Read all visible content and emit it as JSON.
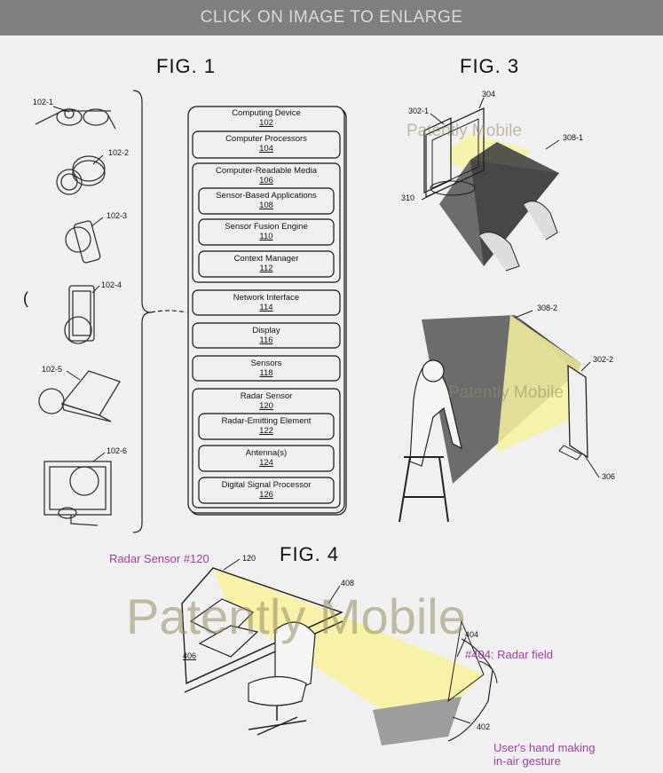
{
  "banner": "CLICK ON IMAGE TO ENLARGE",
  "figures": {
    "fig1": "FIG. 1",
    "fig3": "FIG. 3",
    "fig4": "FIG. 4"
  },
  "fig1": {
    "devices": [
      "102-1",
      "102-2",
      "102-3",
      "102-4",
      "102-5",
      "102-6"
    ],
    "computing_device": {
      "label": "Computing Device",
      "ref": "102"
    },
    "processors": {
      "label": "Computer Processors",
      "ref": "104"
    },
    "media": {
      "label": "Computer-Readable Media",
      "ref": "106"
    },
    "sensor_apps": {
      "label": "Sensor-Based Applications",
      "ref": "108"
    },
    "fusion": {
      "label": "Sensor Fusion Engine",
      "ref": "110"
    },
    "context": {
      "label": "Context Manager",
      "ref": "112"
    },
    "network": {
      "label": "Network Interface",
      "ref": "114"
    },
    "display": {
      "label": "Display",
      "ref": "116"
    },
    "sensors": {
      "label": "Sensors",
      "ref": "118"
    },
    "radar": {
      "label": "Radar Sensor",
      "ref": "120"
    },
    "emitter": {
      "label": "Radar-Emitting Element",
      "ref": "122"
    },
    "antenna": {
      "label": "Antenna(s)",
      "ref": "124"
    },
    "dsp": {
      "label": "Digital Signal Processor",
      "ref": "126"
    }
  },
  "fig3": {
    "labels": [
      "302-1",
      "304",
      "308-1",
      "310",
      "308-2",
      "302-2",
      "306"
    ]
  },
  "fig4": {
    "labels": [
      "120",
      "408",
      "404",
      "406",
      "402"
    ],
    "annotations": {
      "radar_sensor": "Radar Sensor #120",
      "radar_field": "#404: Radar field",
      "hand_line1": "User's hand making",
      "hand_line2": "in-air gesture"
    }
  },
  "watermark": "Patently Mobile"
}
